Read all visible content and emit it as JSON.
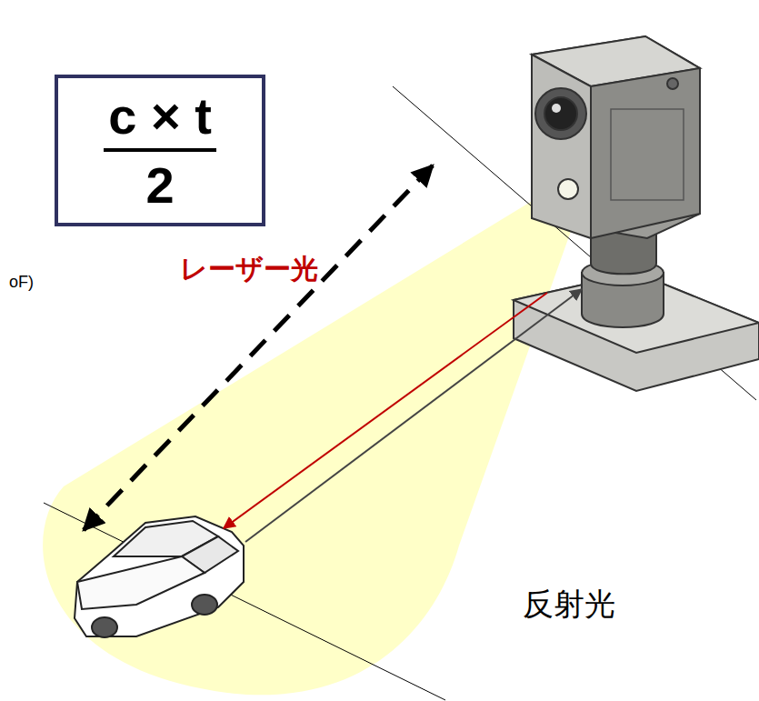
{
  "diagram": {
    "nodes": [
      {
        "text": [
          "c × t",
          "2"
        ]
      }
    ],
    "labels": [
      "レーザー光",
      "反射光",
      "oF)"
    ]
  }
}
